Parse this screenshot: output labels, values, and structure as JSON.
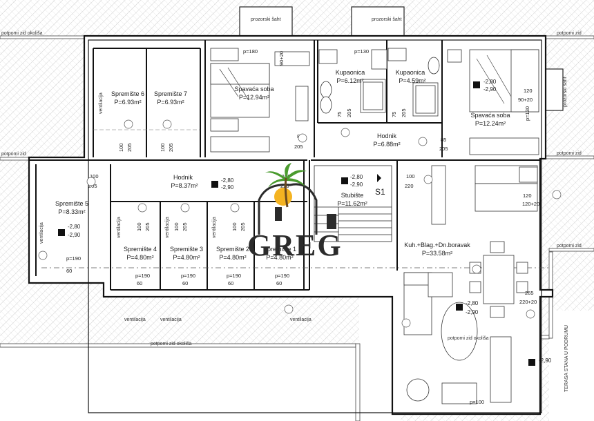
{
  "retaining_walls": {
    "top_left": "potpomi zid okoliša",
    "top_right": "potpomi zid",
    "left_mid": "potpomi zid",
    "right_mid": "potpomi zid",
    "right_low": "potpomi zid",
    "bottom_left": "potpomi zid okoliša",
    "bottom_right": "potpomi zid okoliša"
  },
  "shafts": {
    "left": "prozorski šaht",
    "right": "prozorski šaht",
    "side": "prozorski šaht"
  },
  "rooms": {
    "storage6": {
      "name": "Spremište 6",
      "area": "P=6.93m²"
    },
    "storage7": {
      "name": "Spremište 7",
      "area": "P=6.93m²"
    },
    "bedroom1": {
      "name": "Spavaća soba",
      "area": "P=12.94m²"
    },
    "bath1": {
      "name": "Kupaonica",
      "area": "P=6.12m²"
    },
    "bath2": {
      "name": "Kupaonica",
      "area": "P=4.59m²"
    },
    "bedroom2": {
      "name": "Spavaća soba",
      "area": "P=12.24m²"
    },
    "hall_upper": {
      "name": "Hodnik",
      "area": "P=6.88m²"
    },
    "hall_lower": {
      "name": "Hodnik",
      "area": "P=8.37m²"
    },
    "stairs": {
      "name": "Stubište",
      "area": "P=11.62m²"
    },
    "storage5": {
      "name": "Spremište 5",
      "area": "P=8.33m²"
    },
    "storage4": {
      "name": "Spremište 4",
      "area": "P=4.80m²"
    },
    "storage3": {
      "name": "Spremište 3",
      "area": "P=4.80m²"
    },
    "storage2": {
      "name": "Spremište 2",
      "area": "P=4.80m²"
    },
    "storage1": {
      "name": "Spremište 1",
      "area": "P=4.80m²"
    },
    "kitchen": {
      "name": "Kuh.+Blag.+Dn.boravak",
      "area": "P=33.58m²"
    }
  },
  "elevations": {
    "e_m280": "-2,80",
    "e_m290": "-2,90"
  },
  "dimensions": {
    "p180": "p=180",
    "p130": "p=130",
    "p190": "p=190",
    "d90_20": "90+20",
    "d120": "120",
    "d85": "85",
    "d205": "205",
    "d100": "100",
    "d220": "220",
    "d75": "75",
    "d60": "60",
    "d120_20": "120+20",
    "d265": "265",
    "d220_20": "220+20",
    "p100": "p=100"
  },
  "notes": {
    "ventilation": "ventilacija",
    "terrace": "TERASA STANA U PODRUMU",
    "section": "S1"
  },
  "logo": {
    "text": "GREG"
  }
}
